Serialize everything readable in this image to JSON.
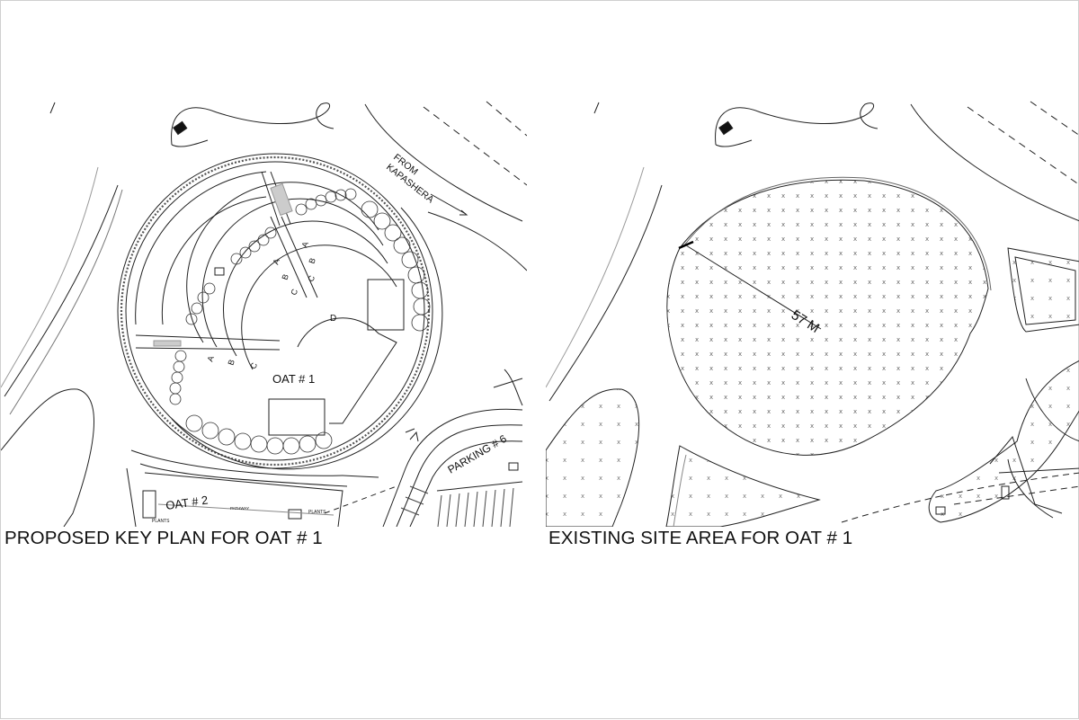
{
  "left_panel": {
    "caption": "PROPOSED KEY PLAN FOR OAT # 1",
    "oat1_label": "OAT # 1",
    "oat2_label": "OAT # 2",
    "parking_label": "PARKING # 6",
    "from_label_line1": "FROM",
    "from_label_line2": "KAPASHERA",
    "row_labels_upper": [
      "A",
      "B",
      "C"
    ],
    "row_labels_right": [
      "A",
      "B",
      "C"
    ],
    "row_labels_lower": [
      "A",
      "B",
      "C"
    ],
    "zone_label": "D",
    "plants_label_1": "PLANTS",
    "plants_label_2": "PLANTS",
    "pathway_label": "PATHWAY"
  },
  "right_panel": {
    "caption": "EXISTING SITE AREA FOR OAT # 1",
    "dimension_label": "57 M"
  },
  "colors": {
    "line": "#222222",
    "hatch": "#555555"
  }
}
